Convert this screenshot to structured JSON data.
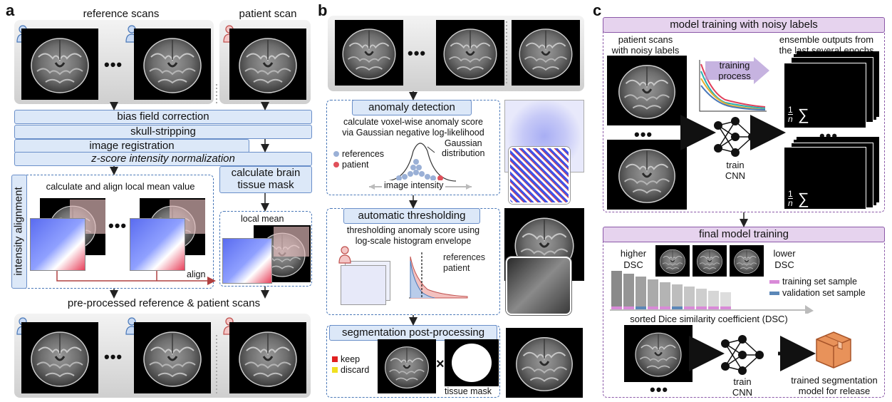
{
  "panels": {
    "a": "a",
    "b": "b",
    "c": "c"
  },
  "panel_a": {
    "reference_scans": "reference scans",
    "patient_scan": "patient scan",
    "ellipsis": "•••",
    "steps": [
      "bias field correction",
      "skull-stripping",
      "image registration",
      "z-score intensity normalization"
    ],
    "brain_mask": "calculate brain\ntissue mask",
    "intensity_alignment": "intensity alignment",
    "align_local_mean": "calculate and align local mean value",
    "local_mean": "local mean",
    "align": "align",
    "preprocessed": "pre-processed reference & patient scans"
  },
  "panel_b": {
    "anomaly_detection": "anomaly detection",
    "anomaly_desc": "calculate voxel-wise anomaly score\nvia Gaussian negative log-likelihood",
    "references": "references",
    "patient": "patient",
    "gaussian": "Gaussian\ndistribution",
    "image_intensity": "image intensity",
    "auto_threshold": "automatic thresholding",
    "threshold_desc": "thresholding anomaly score using\nlog-scale histogram envelope",
    "legend_references": "references",
    "legend_patient": "patient",
    "postproc": "segmentation post-processing",
    "keep": "keep",
    "discard": "discard",
    "times": "×",
    "tissue_mask": "tissue mask",
    "ellipsis": "•••"
  },
  "panel_c": {
    "noisy_title": "model training with noisy labels",
    "patient_scans": "patient scans\nwith noisy labels",
    "training_process": "training\nprocess",
    "ensemble": "ensemble outputs from\nthe last several epochs",
    "train_cnn": "train\nCNN",
    "ellipsis": "•••",
    "final_title": "final model training",
    "higher": "higher",
    "lower": "lower",
    "dsc": "DSC",
    "training_sample": "training set sample",
    "validation_sample": "validation set sample",
    "sorted_dice": "sorted Dice similarity coefficient (DSC)",
    "train_cnn2": "train\nCNN",
    "trained_model": "trained segmentation\nmodel for release",
    "frac_num": "1",
    "frac_den": "n",
    "sigma": "∑"
  },
  "colors": {
    "blue_box": "#dce8f8",
    "blue_border": "#6a8fc9",
    "purple_box": "#e6d3ee",
    "purple_border": "#8b58a8",
    "training_pink": "#d98ad8",
    "validation_blue": "#5b87b8"
  },
  "icons": [
    "person-icon",
    "brain-scan",
    "neural-network-icon",
    "package-box-icon",
    "arrow-icon"
  ]
}
